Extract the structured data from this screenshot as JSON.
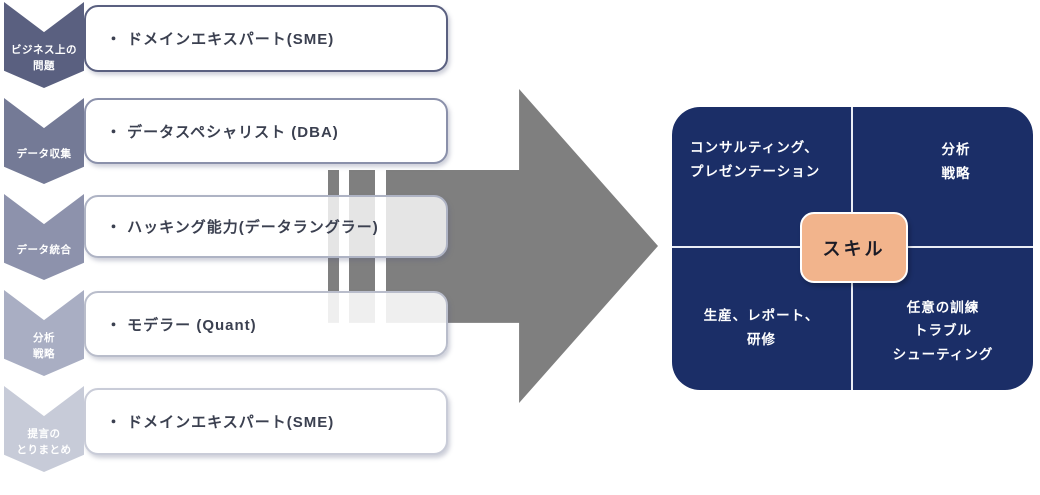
{
  "colors": {
    "chevron1": "#5A6080",
    "chevron2": "#747A96",
    "chevron3": "#8D92AC",
    "chevron4": "#A9AEC3",
    "chevron5": "#C7CBD8",
    "box_border1": "#5A6080",
    "box_border2": "#8A90AA",
    "box_border3": "#AEB3C4",
    "box_border4": "#B9BDCB",
    "box_border5": "#C9CCD8",
    "box_text": "#3B4050",
    "arrow": "#7F7F7F",
    "panel": "#1B2E67",
    "divider": "#EAEDF5",
    "quadrant_text": "#FFFFFF",
    "skill_bg": "#F2B48C",
    "skill_border": "#FFFFFF",
    "skill_text": "#1B1B26",
    "stage_text": "#FFFFFF"
  },
  "process": {
    "steps": [
      {
        "stage": "ビジネス上の\n問題",
        "role": "・ ドメインエキスパート(SME)"
      },
      {
        "stage": "データ収集",
        "role": "・ データスペシャリスト (DBA)"
      },
      {
        "stage": "データ統合",
        "role": "・ ハッキング能力(データラングラー)"
      },
      {
        "stage": "分析\n戦略",
        "role": "・ モデラー (Quant)"
      },
      {
        "stage": "提言の\nとりまとめ",
        "role": "・ ドメインエキスパート(SME)"
      }
    ]
  },
  "skills": {
    "center_label": "スキル",
    "quadrants": [
      {
        "position": "top-left",
        "label": "コンサルティング、\nプレゼンテーション"
      },
      {
        "position": "top-right",
        "label": "分析\n戦略"
      },
      {
        "position": "bottom-left",
        "label": "生産、レポート、\n研修"
      },
      {
        "position": "bottom-right",
        "label": "任意の訓練\nトラブル\nシューティング"
      }
    ]
  }
}
